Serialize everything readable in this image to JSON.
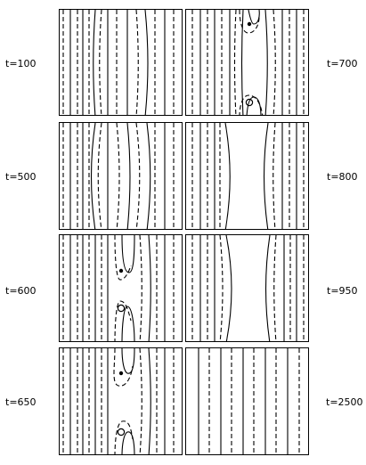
{
  "figure": {
    "rows": [
      {
        "left": {
          "label": "t=100"
        },
        "right": {
          "label": "t=700"
        }
      },
      {
        "left": {
          "label": "t=500"
        },
        "right": {
          "label": "t=800"
        }
      },
      {
        "left": {
          "label": "t=600"
        },
        "right": {
          "label": "t=950"
        }
      },
      {
        "left": {
          "label": "t=650"
        },
        "right": {
          "label": "t=2500"
        }
      }
    ]
  }
}
